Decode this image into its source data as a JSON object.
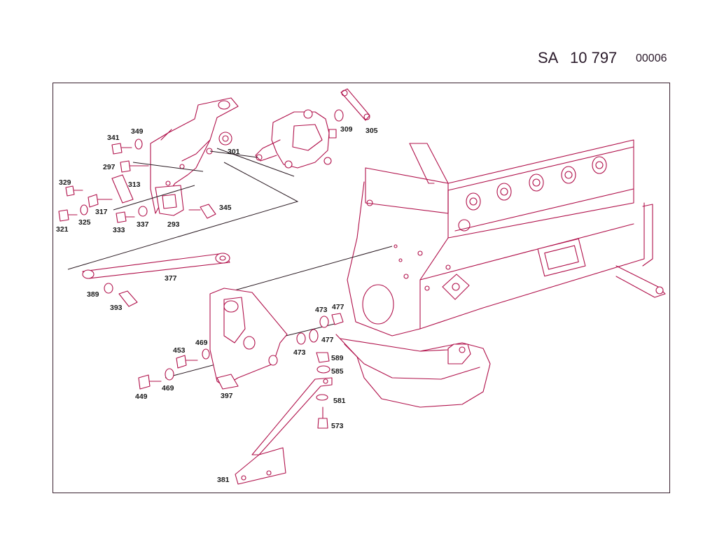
{
  "header": {
    "prefix": "SA",
    "number": "10 797",
    "code": "00006"
  },
  "callouts": [
    {
      "id": "341",
      "label": "341"
    },
    {
      "id": "349",
      "label": "349"
    },
    {
      "id": "297",
      "label": "297"
    },
    {
      "id": "329",
      "label": "329"
    },
    {
      "id": "313",
      "label": "313"
    },
    {
      "id": "317",
      "label": "317"
    },
    {
      "id": "321",
      "label": "321"
    },
    {
      "id": "325",
      "label": "325"
    },
    {
      "id": "333",
      "label": "333"
    },
    {
      "id": "337",
      "label": "337"
    },
    {
      "id": "293",
      "label": "293"
    },
    {
      "id": "345",
      "label": "345"
    },
    {
      "id": "301",
      "label": "301"
    },
    {
      "id": "309",
      "label": "309"
    },
    {
      "id": "305",
      "label": "305"
    },
    {
      "id": "377",
      "label": "377"
    },
    {
      "id": "389",
      "label": "389"
    },
    {
      "id": "393",
      "label": "393"
    },
    {
      "id": "473a",
      "label": "473"
    },
    {
      "id": "477a",
      "label": "477"
    },
    {
      "id": "469a",
      "label": "469"
    },
    {
      "id": "473b",
      "label": "473"
    },
    {
      "id": "477b",
      "label": "477"
    },
    {
      "id": "453",
      "label": "453"
    },
    {
      "id": "589",
      "label": "589"
    },
    {
      "id": "585",
      "label": "585"
    },
    {
      "id": "449",
      "label": "449"
    },
    {
      "id": "469b",
      "label": "469"
    },
    {
      "id": "397",
      "label": "397"
    },
    {
      "id": "581",
      "label": "581"
    },
    {
      "id": "573",
      "label": "573"
    },
    {
      "id": "381",
      "label": "381"
    }
  ],
  "colors": {
    "line": "#b0104a",
    "text": "#1a1a1a",
    "frame": "#3a2230"
  }
}
